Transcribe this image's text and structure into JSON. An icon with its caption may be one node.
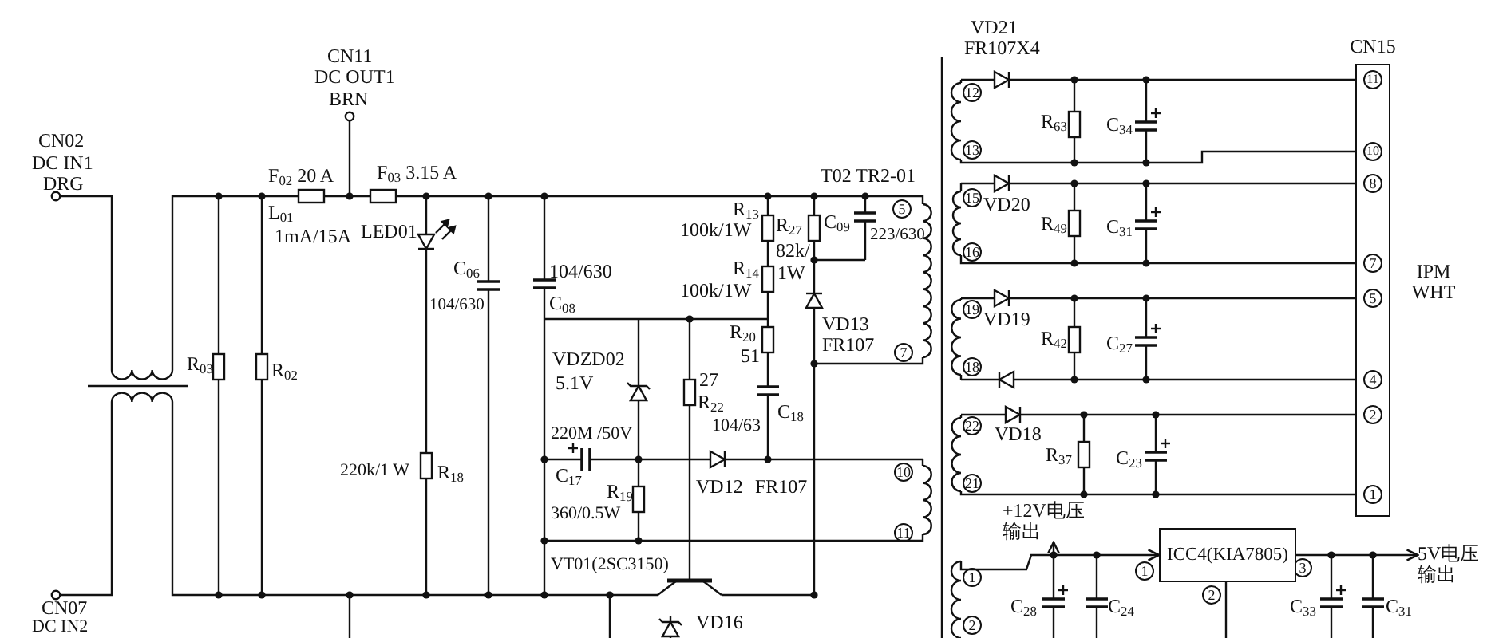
{
  "diagram": {
    "nodes": [
      {
        "text": [
          "CN15",
          "11",
          "10",
          "8",
          "7",
          "5",
          "4",
          "2",
          "1"
        ],
        "beside": [
          "IPM WHT"
        ]
      },
      {
        "text": [
          "ICC4(KIA7805)"
        ],
        "beside": [
          "1",
          "3",
          "2"
        ]
      },
      {
        "text": [
          "+12V电压",
          "输出"
        ]
      },
      {
        "text": [
          "5V电压",
          "输出"
        ]
      }
    ],
    "edges": [
      {
        "from": null,
        "to": 1,
        "arrow": "to"
      },
      {
        "from": 1,
        "to": 3,
        "arrow": "to"
      },
      {
        "from": null,
        "to": 2,
        "arrow": "to"
      }
    ],
    "labels": [
      "CN11",
      "DC OUT1",
      "BRN",
      "CN02",
      "DC IN1",
      "DRG",
      "F$_{02}$  20 A",
      "F$_{03}$  3.15 A",
      "L$_{01}$",
      "1mA/15A",
      "LED01",
      "C$_{06}$",
      "104/630",
      "104/630",
      "C$_{08}$",
      "T02  TR2-01",
      "R$_{13}$",
      "100k/1W",
      "R$_{27}$",
      "C$_{09}$",
      "223/630",
      "82k/",
      "R$_{14}$",
      "1W",
      "100k/1W",
      "VD13",
      "FR107",
      "VDZD02",
      "5.1V",
      "R$_{20}$",
      "51",
      "27",
      "R$_{22}$",
      "104/63",
      "C$_{18}$",
      "220M /50V",
      "C$_{17}$",
      "R$_{19}$",
      "VD12",
      "FR107",
      "360/0.5W",
      "VT01(2SC3150)",
      "VD16",
      "R$_{03}$",
      "R$_{02}$",
      "220k/1 W",
      "R$_{18}$",
      "CN07",
      "DC IN2",
      "5",
      "7",
      "10",
      "11",
      "12",
      "13",
      "15",
      "16",
      "19",
      "18",
      "22",
      "21",
      "1",
      "2",
      "VD21",
      "FR107X4",
      "R$_{63}$",
      "C$_{34}$",
      "VD20",
      "R$_{49}$",
      "C$_{31}$",
      "VD19",
      "R$_{42}$",
      "C$_{27}$",
      "VD18",
      "R$_{37}$",
      "C$_{23}$",
      "C$_{28}$",
      "C$_{24}$",
      "C$_{33}$",
      "C$_{31}$"
    ]
  }
}
